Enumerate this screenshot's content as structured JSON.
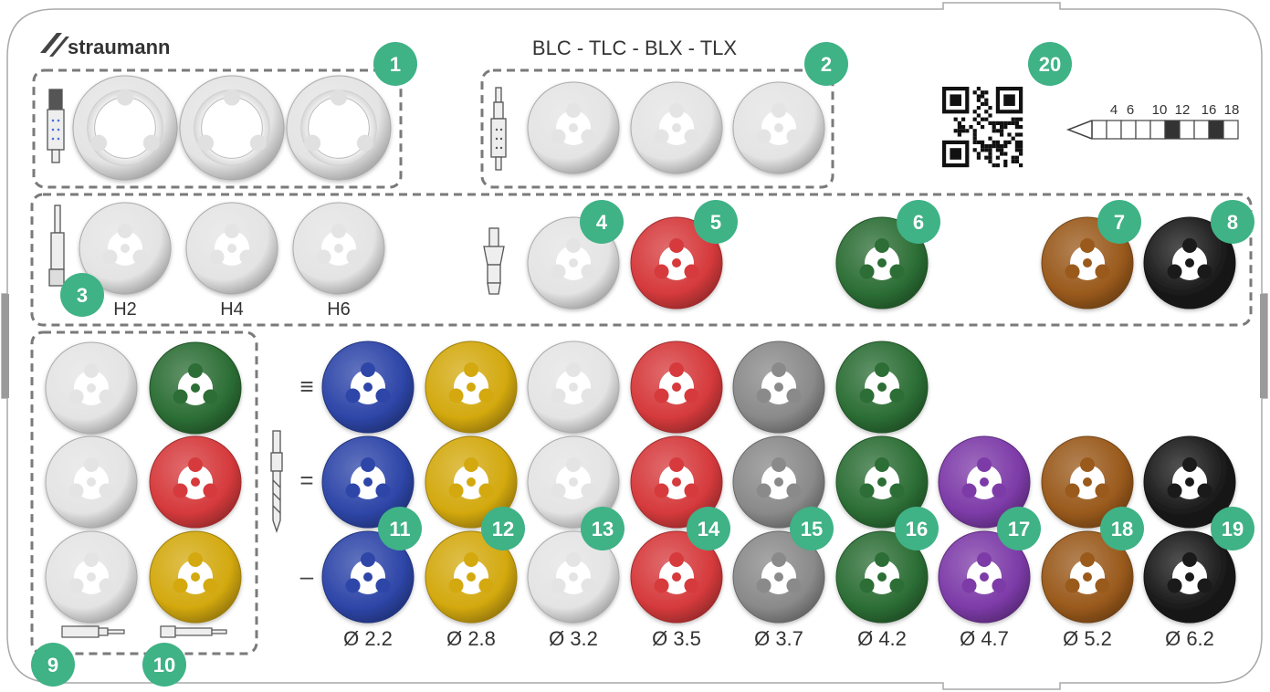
{
  "brand": {
    "name": "straumann"
  },
  "header": {
    "systems": "BLC  -  TLC  -  BLX  -  TLX"
  },
  "badge_color": "#3fb286",
  "badges": [
    "1",
    "2",
    "3",
    "4",
    "5",
    "6",
    "7",
    "8",
    "9",
    "10",
    "11",
    "12",
    "13",
    "14",
    "15",
    "16",
    "17",
    "18",
    "19",
    "20"
  ],
  "height_labels": [
    "H2",
    "H4",
    "H6"
  ],
  "depth_gauge": {
    "labels": [
      "4",
      "6",
      "10",
      "12",
      "16",
      "18"
    ],
    "filled_segments": [
      5,
      8
    ]
  },
  "length_marks": [
    "≡",
    "=",
    "–"
  ],
  "diameters": [
    "Ø 2.2",
    "Ø 2.8",
    "Ø 3.2",
    "Ø 3.5",
    "Ø 3.7",
    "Ø 4.2",
    "Ø 4.7",
    "Ø 5.2",
    "Ø 6.2"
  ],
  "colors": {
    "white": "#e4e4e4",
    "red": "#d63a3c",
    "green": "#2c6e35",
    "brown": "#9a5a1c",
    "black": "#1a1a1a",
    "blue": "#2e46a8",
    "yellow": "#d3a90f",
    "gray": "#8a8a8a",
    "purple": "#7d3ba8"
  },
  "rows": {
    "sec4_8": [
      "white",
      "red",
      "green",
      "brown",
      "black"
    ],
    "left_col1": [
      "white",
      "white",
      "white"
    ],
    "left_col2": [
      "green",
      "red",
      "yellow"
    ],
    "drills_long": [
      "blue",
      "yellow",
      "white",
      "red",
      "gray",
      "green"
    ],
    "drills_mid": [
      "blue",
      "yellow",
      "white",
      "red",
      "gray",
      "green",
      "purple",
      "brown",
      "black"
    ],
    "drills_short": [
      "blue",
      "yellow",
      "white",
      "red",
      "gray",
      "green",
      "purple",
      "brown",
      "black"
    ]
  }
}
